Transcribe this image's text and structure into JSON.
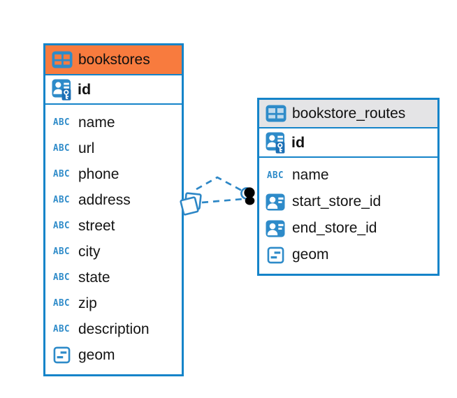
{
  "canvas": {
    "background": "#FFFFFF"
  },
  "colors": {
    "table_border_blue": "#1584C9",
    "bookstores_header_orange": "#F87B3E",
    "routes_header_gray": "#E4E4E6",
    "icon_blue": "#2E8BC9",
    "icon_blue_dark": "#1B6FB5",
    "relationship_dash_blue": "#2D87C6",
    "text_color": "#121212"
  },
  "icons": {
    "text_type_label": "ABC",
    "table_icon": "table-grid",
    "primary_key_icon": "person-with-key",
    "reference_icon": "person-with-lines",
    "geometry_icon": "square-with-dashes"
  },
  "tables": [
    {
      "name": "bookstores",
      "header_theme": "orange",
      "primary_key": {
        "name": "id",
        "type": "primary-key"
      },
      "fields": [
        {
          "name": "name",
          "type": "text"
        },
        {
          "name": "url",
          "type": "text"
        },
        {
          "name": "phone",
          "type": "text"
        },
        {
          "name": "address",
          "type": "text"
        },
        {
          "name": "street",
          "type": "text"
        },
        {
          "name": "city",
          "type": "text"
        },
        {
          "name": "state",
          "type": "text"
        },
        {
          "name": "zip",
          "type": "text"
        },
        {
          "name": "description",
          "type": "text"
        },
        {
          "name": "geom",
          "type": "geometry"
        }
      ]
    },
    {
      "name": "bookstore_routes",
      "header_theme": "gray",
      "primary_key": {
        "name": "id",
        "type": "primary-key"
      },
      "fields": [
        {
          "name": "name",
          "type": "text"
        },
        {
          "name": "start_store_id",
          "type": "reference"
        },
        {
          "name": "end_store_id",
          "type": "reference"
        },
        {
          "name": "geom",
          "type": "geometry"
        }
      ]
    }
  ],
  "relationships": [
    {
      "from_table": "bookstores",
      "to_table": "bookstore_routes",
      "line_style": "dashed"
    },
    {
      "from_table": "bookstores",
      "to_table": "bookstore_routes",
      "line_style": "dashed"
    }
  ]
}
